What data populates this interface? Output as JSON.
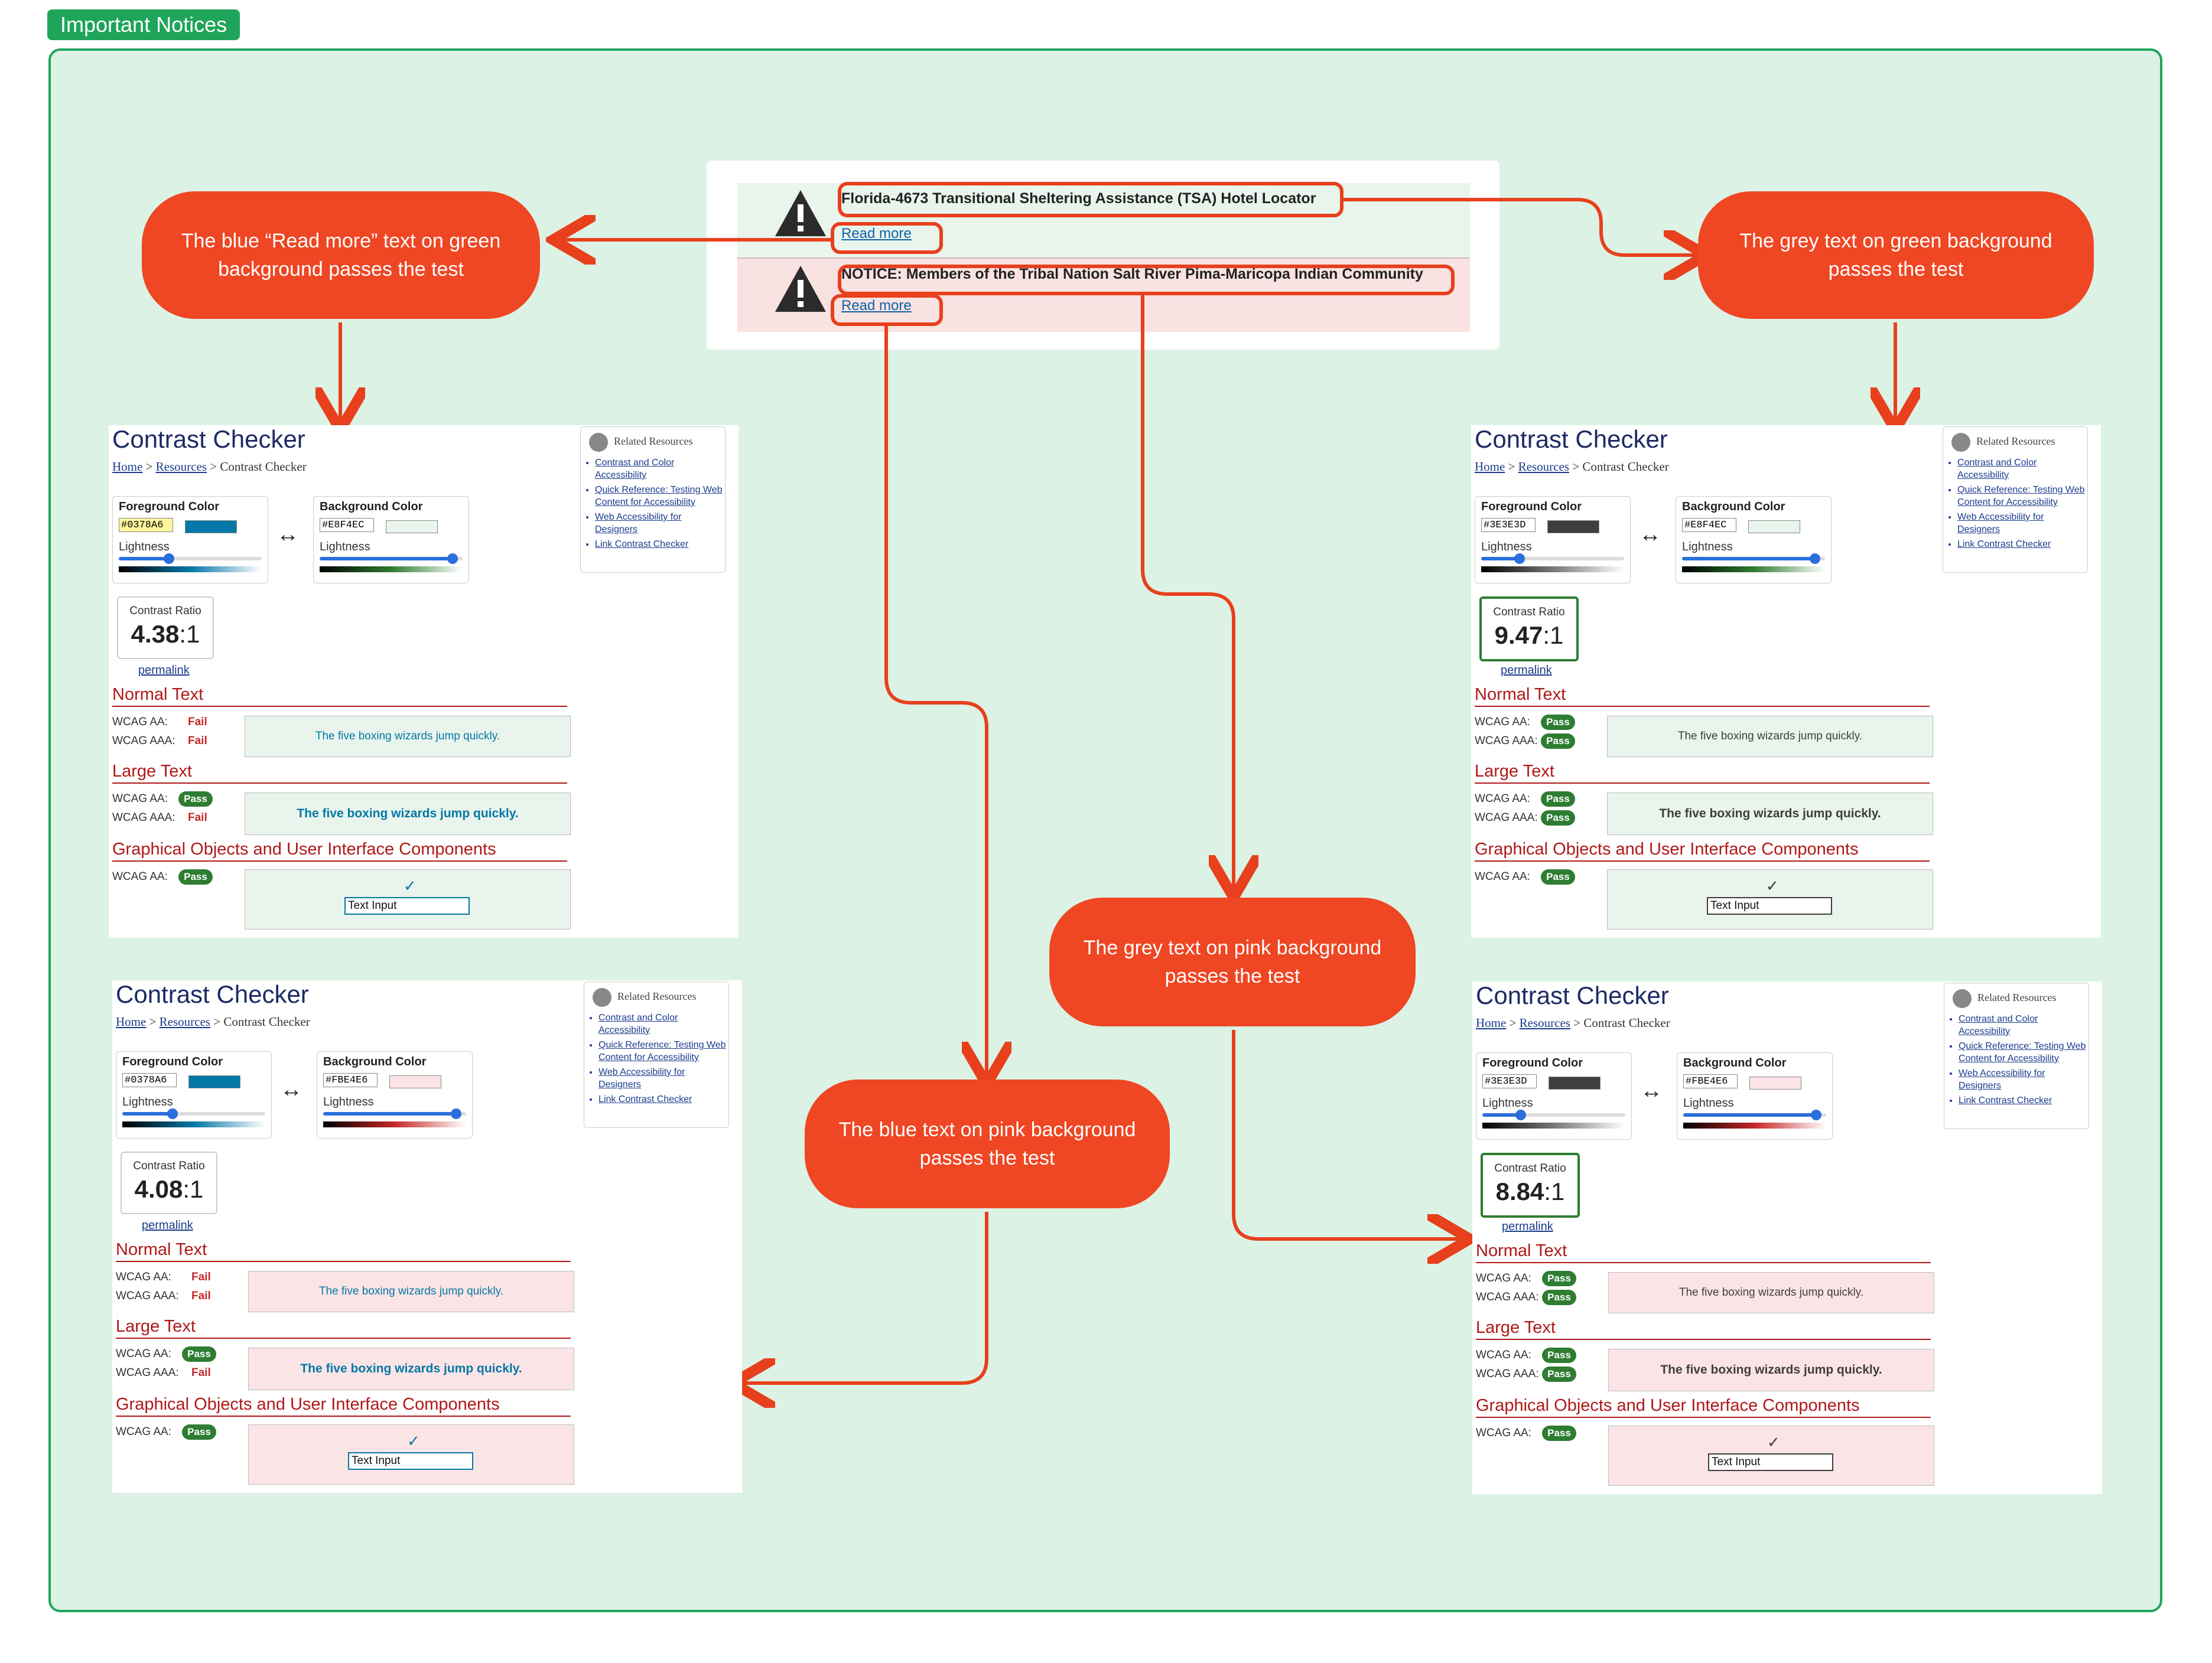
{
  "frame": {
    "label": "Important Notices"
  },
  "notices": [
    {
      "title": "Florida-4673 Transitional Sheltering Assistance (TSA) Hotel Locator",
      "link": "Read more"
    },
    {
      "title": "NOTICE: Members of the Tribal Nation Salt River Pima-Maricopa Indian Community",
      "link": "Read more"
    }
  ],
  "callouts": {
    "blue_green": "The blue “Read more” text on green background passes the test",
    "grey_green": "The grey text on green background passes the test",
    "grey_pink": "The grey text on pink background passes the test",
    "blue_pink": "The blue text on pink background passes the test"
  },
  "checker": {
    "title": "Contrast Checker",
    "breadcrumb_home": "Home",
    "breadcrumb_sep1": " > ",
    "breadcrumb_resources": "Resources",
    "breadcrumb_current": " > Contrast Checker",
    "related_title": "Related Resources",
    "related_links": [
      "Contrast and Color Accessibility",
      "Quick Reference: Testing Web Content for Accessibility",
      "Web Accessibility for Designers",
      "Link Contrast Checker"
    ],
    "fg_label": "Foreground Color",
    "bg_label": "Background Color",
    "lightness": "Lightness",
    "swap": "↔",
    "ratio_label": "Contrast Ratio",
    "ratio_suffix": ":1",
    "permalink": "permalink",
    "normal_text": "Normal Text",
    "large_text": "Large Text",
    "graphical": "Graphical Objects and User Interface Components",
    "wcag_aa": "WCAG AA:",
    "wcag_aaa": "WCAG AAA:",
    "pass": "Pass",
    "fail": "Fail",
    "sample": "The five boxing wizards jump quickly.",
    "check": "✓",
    "text_input": "Text Input"
  },
  "panels": [
    {
      "fg": "#0378A6",
      "bg": "#E8F4EC",
      "ratio": "4.38",
      "normal_aa": "Fail",
      "normal_aaa": "Fail",
      "large_aa": "Pass",
      "large_aaa": "Fail",
      "ui_aa": "Pass"
    },
    {
      "fg": "#3E3E3D",
      "bg": "#E8F4EC",
      "ratio": "9.47",
      "normal_aa": "Pass",
      "normal_aaa": "Pass",
      "large_aa": "Pass",
      "large_aaa": "Pass",
      "ui_aa": "Pass"
    },
    {
      "fg": "#0378A6",
      "bg": "#FBE4E6",
      "ratio": "4.08",
      "normal_aa": "Fail",
      "normal_aaa": "Fail",
      "large_aa": "Pass",
      "large_aaa": "Fail",
      "ui_aa": "Pass"
    },
    {
      "fg": "#3E3E3D",
      "bg": "#FBE4E6",
      "ratio": "8.84",
      "normal_aa": "Pass",
      "normal_aaa": "Pass",
      "large_aa": "Pass",
      "large_aaa": "Pass",
      "ui_aa": "Pass"
    }
  ],
  "colors": {
    "accent": "#ef4623",
    "frame": "#1fa55a",
    "board": "#dcf2e5",
    "link": "#0d63a6"
  }
}
